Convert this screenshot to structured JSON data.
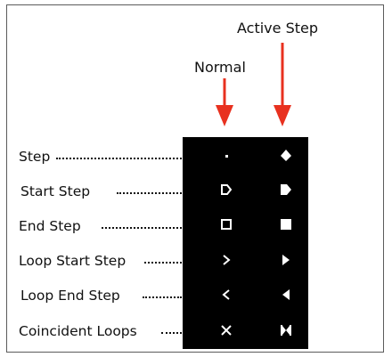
{
  "headers": {
    "active": "Active Step",
    "normal": "Normal"
  },
  "colors": {
    "arrow": "#e8311f",
    "panel_bg": "#000000",
    "glyph": "#ffffff"
  },
  "rows": [
    {
      "label": "Step",
      "normal_icon": "dot-icon",
      "active_icon": "diamond-icon"
    },
    {
      "label": "Start Step",
      "normal_icon": "start-outline-icon",
      "active_icon": "start-filled-icon"
    },
    {
      "label": "End Step",
      "normal_icon": "square-outline-icon",
      "active_icon": "square-filled-icon"
    },
    {
      "label": "Loop Start Step",
      "normal_icon": "chevron-right-icon",
      "active_icon": "triangle-right-icon"
    },
    {
      "label": "Loop End Step",
      "normal_icon": "chevron-left-icon",
      "active_icon": "triangle-left-icon"
    },
    {
      "label": "Coincident Loops",
      "normal_icon": "x-icon",
      "active_icon": "bowtie-icon"
    }
  ]
}
